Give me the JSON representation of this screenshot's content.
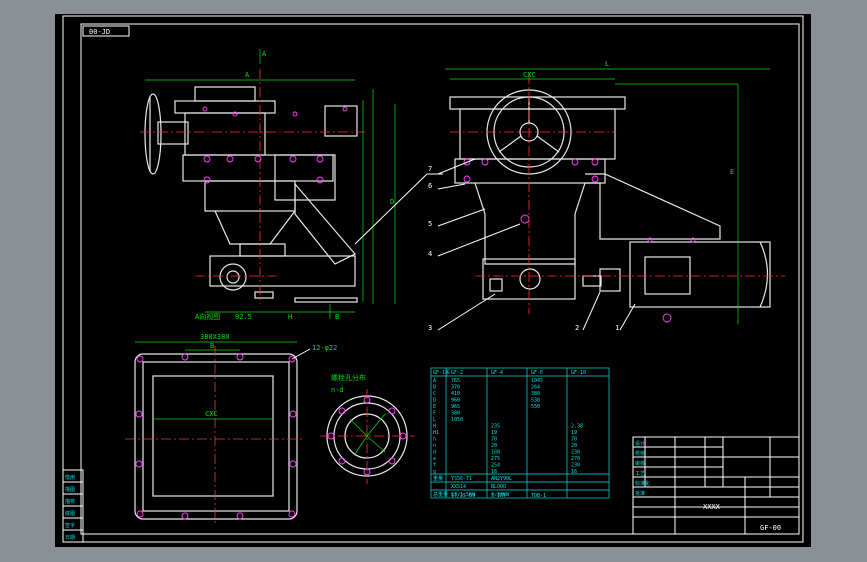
{
  "drawing": {
    "frame_label": "00-JD",
    "view_arrow": "A",
    "labels": {
      "dim_A": "A",
      "dim_D": "D",
      "dim_H": "H",
      "dim_B_side": "B",
      "dim_L": "L",
      "dim_CxC_side": "CXC",
      "dim_E": "E",
      "dim_92": "92.5",
      "view_A_text": "A向视图",
      "bottom_size": "380X380",
      "bottom_B": "B",
      "bottom_CxC": "CXC",
      "hole_spec": "12-φ22",
      "flange_text": "n-d",
      "flange_sub": "螺栓孔分布"
    },
    "callouts": [
      "1",
      "2",
      "3",
      "4",
      "5",
      "6",
      "7"
    ]
  },
  "param_table": {
    "headers": [
      "GF-1系",
      "GF-2",
      "GF-4",
      "GF-6",
      "GF-10"
    ],
    "rows": [
      [
        "A",
        "765",
        "",
        "1045",
        ""
      ],
      [
        "B",
        "370",
        "",
        "264",
        ""
      ],
      [
        "C",
        "410",
        "",
        "380",
        ""
      ],
      [
        "D",
        "960",
        "",
        "538",
        ""
      ],
      [
        "E",
        "965",
        "",
        "550",
        ""
      ],
      [
        "F",
        "380",
        "",
        "",
        ""
      ],
      [
        "L",
        "1050",
        "",
        "",
        ""
      ],
      [
        "H",
        "",
        "235",
        "",
        "2.38"
      ],
      [
        "H1",
        "",
        "19",
        "",
        "19"
      ],
      [
        "h",
        "",
        "70",
        "",
        "70"
      ],
      [
        "n",
        "",
        "20",
        "",
        "20"
      ],
      [
        "d",
        "",
        "180",
        "",
        "230"
      ],
      [
        "e",
        "",
        "275",
        "",
        "270"
      ],
      [
        "f",
        "",
        "254",
        "",
        "230"
      ],
      [
        "g",
        "",
        "16",
        "",
        "16"
      ]
    ],
    "footer": [
      [
        "重量",
        "YS56-T1",
        "AN2Y90L"
      ],
      [
        "",
        "XXS14",
        "BLOOO"
      ],
      [
        "总重量",
        "GS-1.5KW",
        "4~30KW"
      ]
    ],
    "last_rows": [
      [
        "",
        "17/25-B9",
        "S-IAY",
        "TDB-1"
      ]
    ]
  },
  "title_block": {
    "name": "GF-00",
    "mid_label": "XXXX",
    "rows": [
      "设计",
      "校核",
      "审核",
      "工艺",
      "标准化",
      "批准"
    ]
  },
  "left_block": {
    "rows": [
      "借用",
      "描图",
      "描校",
      "底图",
      "签字",
      "日期"
    ]
  }
}
